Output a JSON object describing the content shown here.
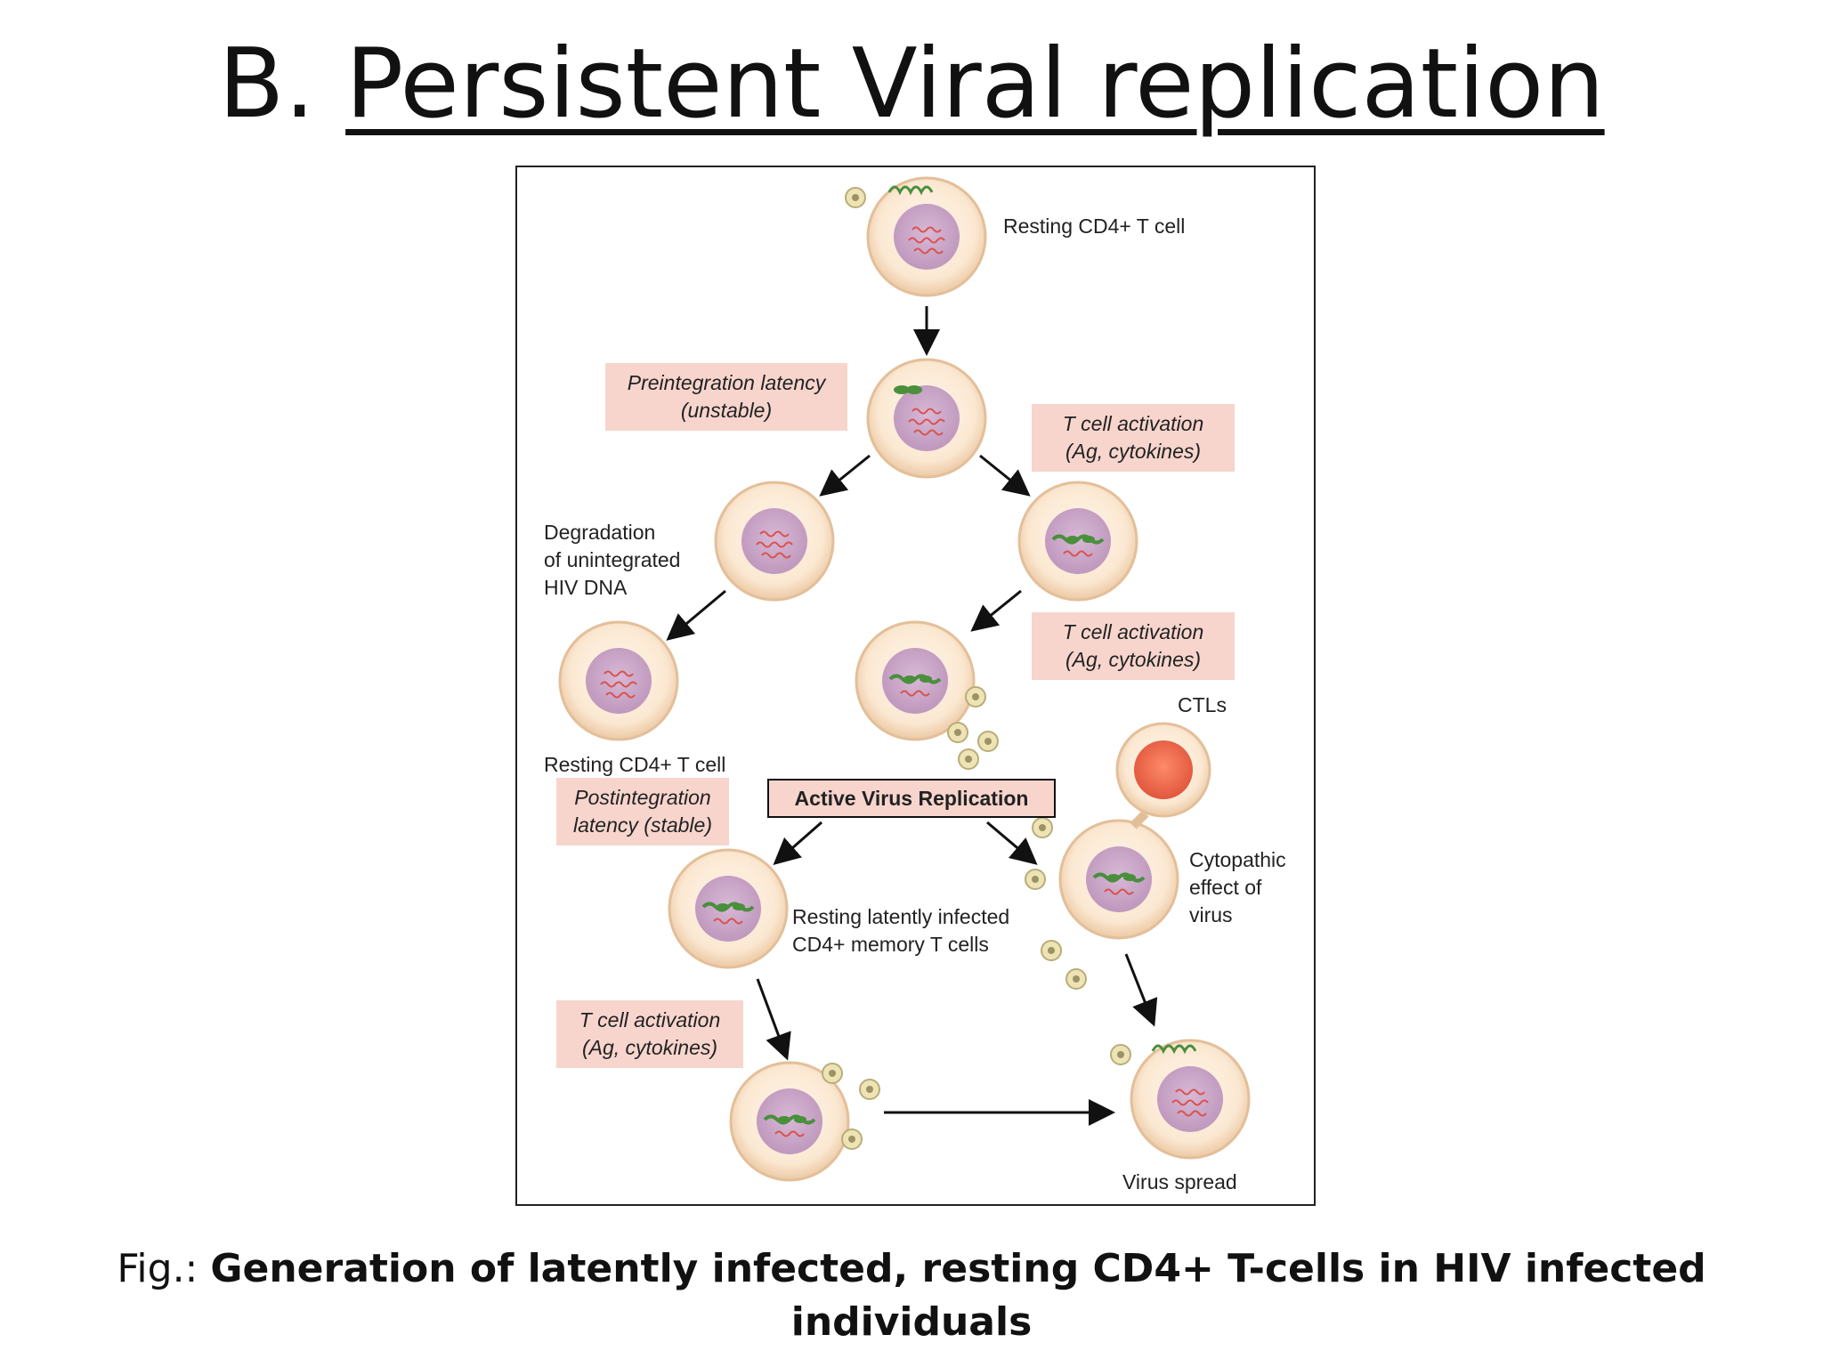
{
  "slide": {
    "title_prefix": "B. ",
    "title_main": "Persistent Viral replication",
    "caption_prefix": "Fig.: ",
    "caption_bold": "Generation of latently infected, resting CD4+ T-cells  in HIV infected individuals"
  },
  "diagram": {
    "labels": {
      "resting_top": "Resting CD4+ T cell",
      "preintegration_1": "Preintegration latency",
      "preintegration_2": "(unstable)",
      "activation_1a": "T cell activation",
      "activation_1b": "(Ag, cytokines)",
      "degradation_1": "Degradation",
      "degradation_2": "of unintegrated",
      "degradation_3": "HIV DNA",
      "activation_2a": "T cell activation",
      "activation_2b": "(Ag, cytokines)",
      "ctls": "CTLs",
      "resting_left": "Resting CD4+ T cell",
      "postintegration_1": "Postintegration",
      "postintegration_2": "latency (stable)",
      "active_replication": "Active Virus Replication",
      "cytopathic_1": "Cytopathic",
      "cytopathic_2": "effect of",
      "cytopathic_3": "virus",
      "latent_1": "Resting latently infected",
      "latent_2": "CD4+ memory T cells",
      "activation_3a": "T cell activation",
      "activation_3b": "(Ag, cytokines)",
      "virus_spread": "Virus spread"
    },
    "colors": {
      "cell_fill": "#fbecd9",
      "cell_edge": "#e8c9a6",
      "nucleus": "#c9a6c6",
      "rna": "#d9534f",
      "dna": "#4a8f3c",
      "label_box": "#f7d5cd",
      "ctl": "#e86a50"
    }
  }
}
